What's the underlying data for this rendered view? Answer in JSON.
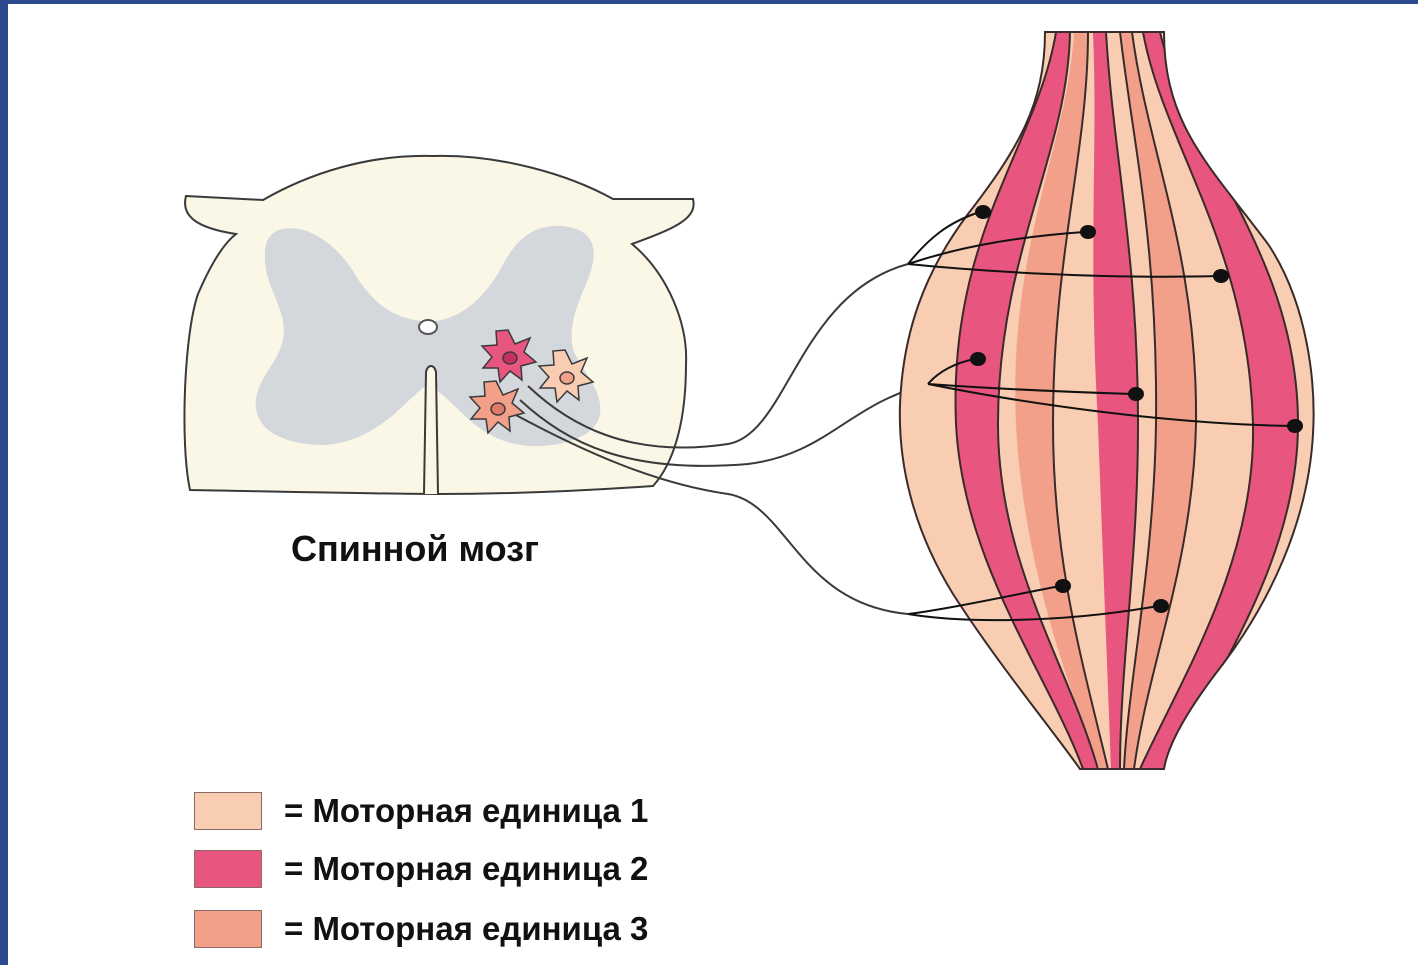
{
  "title": "Спинной мозг",
  "colors": {
    "background_frame": "#2e4a8f",
    "motor_unit_1": "#f8cdb2",
    "motor_unit_2": "#e8557f",
    "motor_unit_3": "#f2a08a",
    "spinal_white_matter": "#faf7e6",
    "spinal_grey_matter": "#d4d8dc"
  },
  "legend": [
    {
      "swatch_color": "#f8cdb2",
      "label": "= Моторная единица 1"
    },
    {
      "swatch_color": "#e8557f",
      "label": "= Моторная единица 2"
    },
    {
      "swatch_color": "#f2a08a",
      "label": "= Моторная единица 3"
    }
  ]
}
